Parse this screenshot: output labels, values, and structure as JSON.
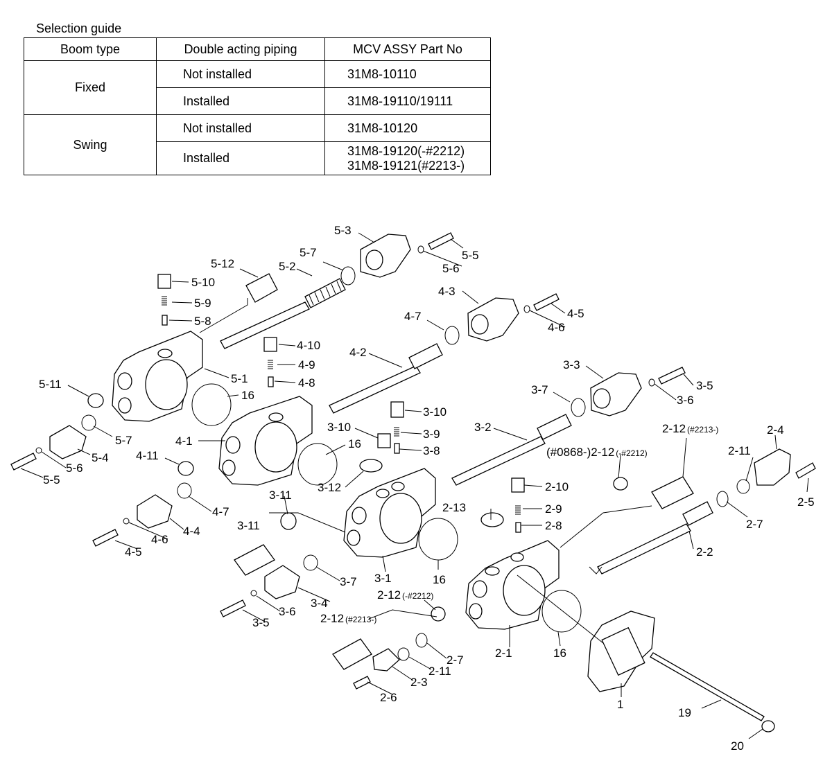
{
  "guide": {
    "title": "Selection guide",
    "headers": [
      "Boom type",
      "Double acting piping",
      "MCV ASSY Part No"
    ],
    "rows": [
      {
        "boom": "Fixed",
        "piping": "Not installed",
        "part": "31M8-10110"
      },
      {
        "boom": "",
        "piping": "Installed",
        "part": "31M8-19110/19111"
      },
      {
        "boom": "Swing",
        "piping": "Not installed",
        "part": "31M8-10120"
      },
      {
        "boom": "",
        "piping": "Installed",
        "part": "31M8-19120(-#2212)",
        "part_line2": "31M8-19121(#2213-)"
      }
    ]
  },
  "labels": {
    "l5_3": "5-3",
    "l5_5": "5-5",
    "l5_6": "5-6",
    "l5_7a": "5-7",
    "l5_12": "5-12",
    "l5_2": "5-2",
    "l5_10": "5-10",
    "l5_9": "5-9",
    "l5_8": "5-8",
    "l5_1": "5-1",
    "l16a": "16",
    "l5_11": "5-11",
    "l5_7b": "5-7",
    "l5_4": "5-4",
    "l5_6b": "5-6",
    "l5_5b": "5-5",
    "l4_3": "4-3",
    "l4_5": "4-5",
    "l4_6": "4-6",
    "l4_7a": "4-7",
    "l4_10": "4-10",
    "l4_9": "4-9",
    "l4_8": "4-8",
    "l4_2": "4-2",
    "l4_1": "4-1",
    "l16b": "16",
    "l4_11": "4-11",
    "l4_7b": "4-7",
    "l4_4": "4-4",
    "l4_6b": "4-6",
    "l4_5b": "4-5",
    "l3_3": "3-3",
    "l3_5": "3-5",
    "l3_6": "3-6",
    "l3_7a": "3-7",
    "l3_10a": "3-10",
    "l3_10b": "3-10",
    "l3_9": "3-9",
    "l3_8": "3-8",
    "l3_2": "3-2",
    "l3_12": "3-12",
    "l3_11a": "3-11",
    "l3_11b": "3-11",
    "l3_7b": "3-7",
    "l3_1": "3-1",
    "l16c": "16",
    "l3_4": "3-4",
    "l3_6b": "3-6",
    "l3_5b": "3-5",
    "l2_12a": "2-12",
    "l2_12a_sfx": "(#2213-)",
    "l2_12b_pre": "(#0868-)2-12",
    "l2_12b_sfx": "(-#2212)",
    "l2_4": "2-4",
    "l2_11a": "2-11",
    "l2_5": "2-5",
    "l2_7a": "2-7",
    "l2_10": "2-10",
    "l2_9": "2-9",
    "l2_8": "2-8",
    "l2_13": "2-13",
    "l2_2": "2-2",
    "l2_12c": "2-12",
    "l2_12c_sfx": "(-#2212)",
    "l2_12d": "2-12",
    "l2_12d_sfx": "(#2213-)",
    "l2_7b": "2-7",
    "l2_11b": "2-11",
    "l2_3": "2-3",
    "l2_6": "2-6",
    "l2_1": "2-1",
    "l16d": "16",
    "l1": "1",
    "l19": "19",
    "l20": "20"
  }
}
